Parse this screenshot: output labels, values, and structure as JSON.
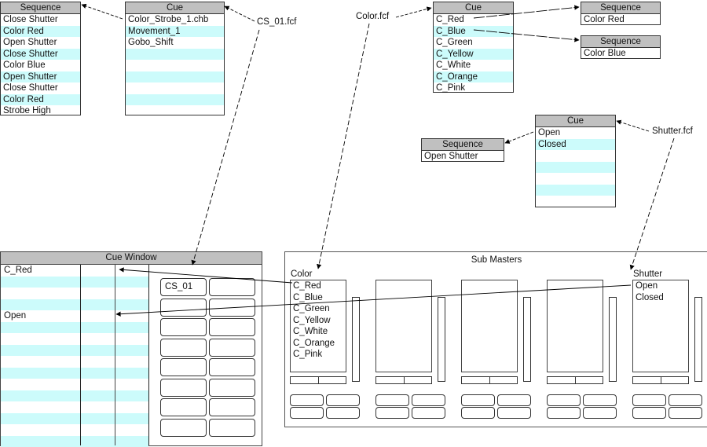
{
  "top_left": {
    "sequence_table": {
      "header": "Sequence",
      "rows": [
        "Close Shutter",
        "Color Red",
        "Open Shutter",
        "Close Shutter",
        "Color Blue",
        "Open Shutter",
        "Close Shutter",
        "Color Red",
        "Strobe High"
      ]
    },
    "cue_table": {
      "header": "Cue",
      "rows": [
        "Color_Strobe_1.chb",
        "Movement_1",
        "Gobo_Shift",
        "",
        "",
        "",
        "",
        "",
        ""
      ]
    },
    "file_label": "CS_01.fcf"
  },
  "color_group": {
    "file_label": "Color.fcf",
    "cue_table": {
      "header": "Cue",
      "rows": [
        "C_Red",
        "C_Blue",
        "C_Green",
        "C_Yellow",
        "C_White",
        "C_Orange",
        "C_Pink"
      ]
    },
    "sequence_red": {
      "header": "Sequence",
      "rows": [
        "Color Red"
      ]
    },
    "sequence_blue": {
      "header": "Sequence",
      "rows": [
        "Color Blue"
      ]
    }
  },
  "shutter_group": {
    "file_label": "Shutter.fcf",
    "cue_table": {
      "header": "Cue",
      "rows": [
        "Open",
        "Closed",
        "",
        "",
        "",
        "",
        ""
      ]
    },
    "sequence": {
      "header": "Sequence",
      "rows": [
        "Open Shutter"
      ]
    }
  },
  "cue_window": {
    "title": "Cue Window",
    "rows": [
      "C_Red",
      "",
      "",
      "",
      "Open",
      "",
      "",
      "",
      "",
      "",
      "",
      "",
      "",
      "",
      "",
      ""
    ],
    "buttons": [
      "CS_01",
      "",
      "",
      "",
      "",
      "",
      "",
      "",
      "",
      "",
      "",
      "",
      "",
      "",
      "",
      ""
    ]
  },
  "sub_masters": {
    "title": "Sub Masters",
    "faders": [
      {
        "caption": "Color",
        "items": [
          "C_Red",
          "C_Blue",
          "C_Green",
          "C_Yellow",
          "C_White",
          "C_Orange",
          "C_Pink"
        ]
      },
      {
        "caption": "",
        "items": []
      },
      {
        "caption": "",
        "items": []
      },
      {
        "caption": "",
        "items": []
      },
      {
        "caption": "Shutter",
        "items": [
          "Open",
          "Closed"
        ]
      }
    ]
  },
  "colors": {
    "header_gray": "#c0c0c0",
    "stripe_cyan": "#ccfbfb",
    "border": "#333333"
  }
}
